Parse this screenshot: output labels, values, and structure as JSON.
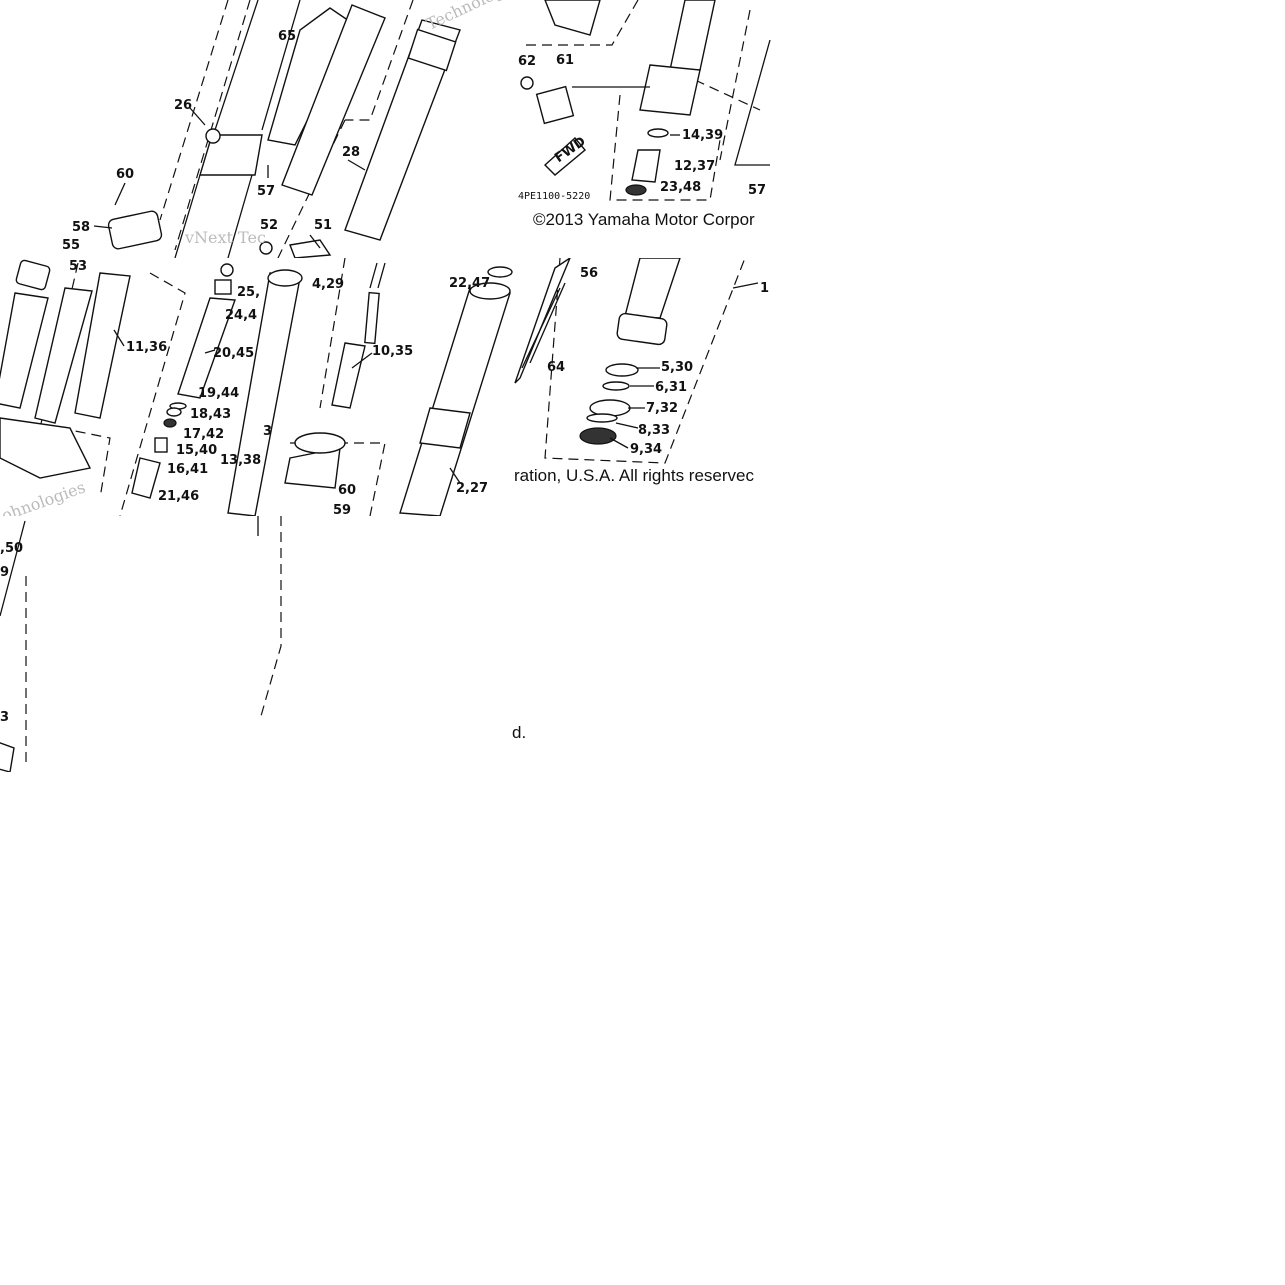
{
  "diagram": {
    "labels_top": [
      "65",
      "26",
      "60",
      "58",
      "55",
      "53",
      "57",
      "52",
      "51",
      "28",
      "62",
      "61",
      "14,39",
      "12,37",
      "23,48",
      "4,29"
    ],
    "labels_middle": [
      "11,36",
      "20,45",
      "19,44",
      "18,43",
      "17,42",
      "15,40",
      "16,41",
      "21,46",
      "24,4",
      "25,",
      "13,38",
      "10,35",
      "3",
      "60",
      "59",
      "2,27",
      "22,47",
      "56",
      "64",
      "5,30",
      "6,31",
      "7,32",
      "8,33",
      "9,34",
      "1"
    ],
    "labels_bottom": [
      ",50",
      "9",
      "3"
    ],
    "fwd_label": "FWD",
    "part_code": "4PE1100-5220",
    "copyright_part1": "©2013 Yamaha Motor Corpor",
    "copyright_part2": "ration, U.S.A. All rights reservec",
    "copyright_part3": "d.",
    "watermark_1": "vNext Tec",
    "watermark_2": "Technolog",
    "watermark_3": "ohnologies"
  },
  "colors": {
    "ink": "#111111",
    "background": "#ffffff",
    "watermark": "#bbbbbb"
  }
}
